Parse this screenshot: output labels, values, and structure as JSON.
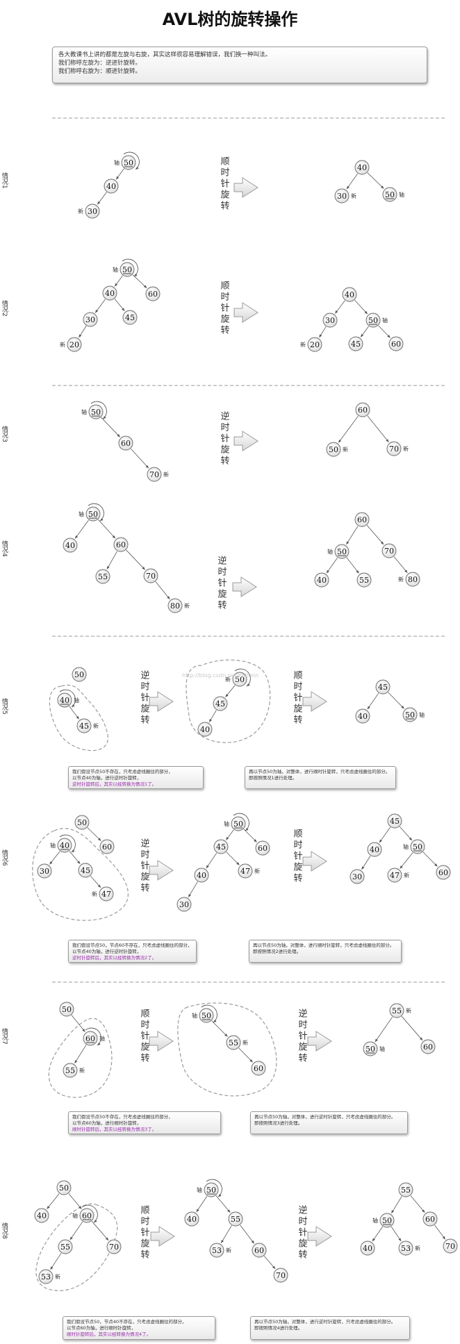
{
  "title": "AVL树的旋转操作",
  "intro": [
    "各大教课书上讲的都是左旋与右旋，其实这样很容易理解错误，我们换一种叫法。",
    "我们称呼左旋为：逆进针旋转。",
    "我们称呼右旋为：顺进针旋转。"
  ],
  "watermark": "http://blog.csdn.net/collonn",
  "colors": {
    "edge": "#555555",
    "node_fill": "#f6f6f6",
    "dash": "#9a9a9a",
    "highlight": "#9b2fae"
  },
  "tags": {
    "axis": "轴",
    "new": "新"
  },
  "cases": [
    {
      "label": "情况1",
      "arrow_text": "顺时针旋转"
    },
    {
      "label": "情况2",
      "arrow_text": "顺时针旋转"
    },
    {
      "label": "情况3",
      "arrow_text": "逆时针旋转"
    },
    {
      "label": "情况4",
      "arrow_text": "逆时针旋转"
    },
    {
      "label": "情况5",
      "arrow_text": "逆时针旋转",
      "arrow_text_2": "顺时针旋转",
      "note_left": [
        "我们假设节点50不存在，只考虑虚线圈住的部分，",
        "以节点40为轴，进行逆时针旋转，",
        "逆时针旋转后，其实以经转换为情况1了。"
      ],
      "note_right": [
        "再以节点50为轴，对整体，进行顺时针旋转，只考虑虚线圈住的部分。",
        "即按照情况1进行处理。"
      ]
    },
    {
      "label": "情况6",
      "arrow_text": "逆时针旋转",
      "arrow_text_2": "顺时针旋转",
      "note_left": [
        "我们假设节点50，节点60不存在，只考虑虚线圈住的部分，",
        "以节点40为轴，进行逆时针旋转，",
        "逆时针旋转后，其实以经转换为情况2了。"
      ],
      "note_right": [
        "再以节点50为轴，对整体，进行顺时针旋转，只考虑虚线圈住的部分。",
        "即按照情况2进行处理。"
      ]
    },
    {
      "label": "情况7",
      "arrow_text": "顺时针旋转",
      "arrow_text_2": "逆时针旋转",
      "note_left": [
        "我们假设节点50不存在，只考虑虚线圈住的部分，",
        "以节点60为轴，进行顺时针旋转，",
        "顺时针旋转后，其实以经转换为情况3了。"
      ],
      "note_right": [
        "再以节点50为轴，对整体，进行逆时针旋转，只考虑虚线圈住的部分。",
        "即按照情况3进行处理。"
      ]
    },
    {
      "label": "情况8",
      "arrow_text": "顺时针旋转",
      "arrow_text_2": "逆时针旋转",
      "note_left": [
        "我们假设节点50，节点40不存在，只考虑虚线圈住的部分，",
        "以节点60为轴，进行顺时针旋转，",
        "顺时针旋转后，其实以经转换为情况4了。"
      ],
      "note_right": [
        "再以节点50为轴，对整体，进行逆时针旋转，只考虑虚线圈住的部分。",
        "即按照情况4进行处理。"
      ]
    }
  ]
}
